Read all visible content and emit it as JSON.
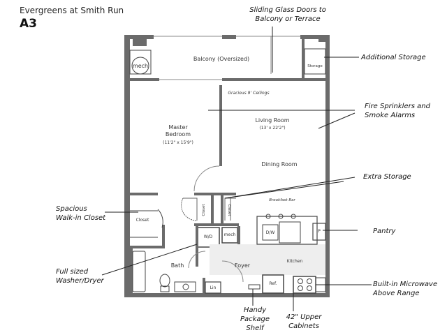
{
  "header": {
    "property": "Evergreens at Smith Run",
    "unit": "A3"
  },
  "rooms": {
    "balcony": "Balcony (Oversized)",
    "storage": "Storage",
    "mech_top": "mech",
    "ceilings": "Gracious 9' Ceilings",
    "master_line1": "Master",
    "master_line2": "Bedroom",
    "master_dims": "(11'2\" x 15'9\")",
    "living": "Living Room",
    "living_dims": "(13' x 22'2\")",
    "dining": "Dining Room",
    "closet_left": "Closet",
    "closet_v1": "Closet",
    "closet_v2": "Closet",
    "breakfast_bar": "Breakfast Bar",
    "wd": "W/D",
    "mech_mid": "mech",
    "dw": "D/W",
    "pantry_p": "P",
    "bath": "Bath",
    "foyer": "Foyer",
    "kitchen": "Kitchen",
    "lin": "Lin",
    "ref": "Ref."
  },
  "callouts": {
    "sliding_doors_1": "Sliding Glass Doors to",
    "sliding_doors_2": "Balcony or Terrace",
    "additional_storage": "Additional Storage",
    "fire_1": "Fire Sprinklers and",
    "fire_2": "Smoke Alarms",
    "extra_storage": "Extra Storage",
    "walkin_1": "Spacious",
    "walkin_2": "Walk-in Closet",
    "pantry": "Pantry",
    "washer_1": "Full sized",
    "washer_2": "Washer/Dryer",
    "microwave_1": "Built-in Microwave",
    "microwave_2": "Above Range",
    "shelf_1": "Handy",
    "shelf_2": "Package",
    "shelf_3": "Shelf",
    "cabinets_1": "42\" Upper",
    "cabinets_2": "Cabinets"
  },
  "colors": {
    "wall": "#6b6b6b",
    "line": "#222222"
  }
}
